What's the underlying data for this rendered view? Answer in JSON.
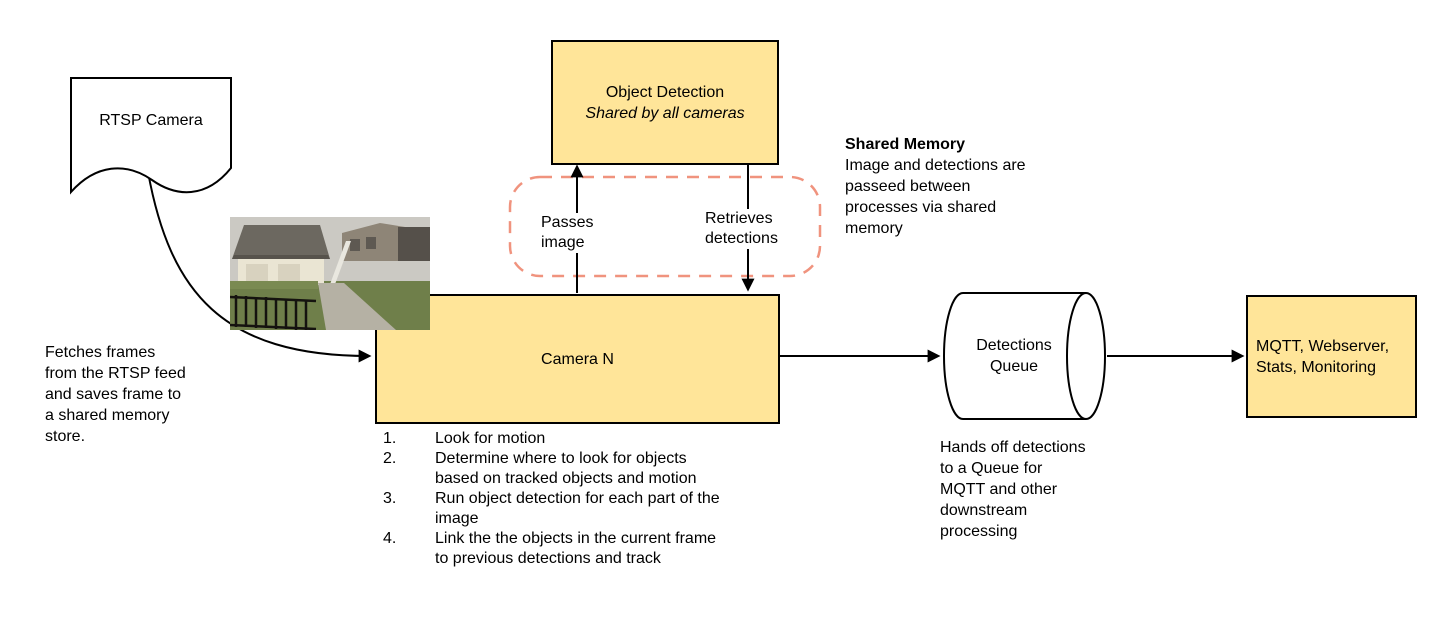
{
  "colors": {
    "node_fill": "#ffe599",
    "node_border": "#000000",
    "shared_memory_outline": "#f0937e"
  },
  "nodes": {
    "rtsp_camera": "RTSP Camera",
    "object_detection_title": "Object Detection",
    "object_detection_subtitle": "Shared by all cameras",
    "camera_n": "Camera N",
    "detections_queue": "Detections Queue",
    "mqtt": "MQTT, Webserver, Stats, Monitoring"
  },
  "edges": {
    "passes_image": "Passes image",
    "retrieves_detections": "Retrieves detections"
  },
  "notes": {
    "shared_memory_title": "Shared Memory",
    "shared_memory_body": "Image and detections are passeed between processes via shared memory",
    "fetch_frames": "Fetches frames from the RTSP feed and saves frame to a shared memory store.",
    "queue_handoff": "Hands off detections to a Queue for MQTT and other downstream processing"
  },
  "camera_steps": [
    {
      "num": "1.",
      "text": "Look for motion"
    },
    {
      "num": "2.",
      "text": "Determine where to look for objects based on tracked objects and motion"
    },
    {
      "num": "3.",
      "text": "Run object detection for each part of the image"
    },
    {
      "num": "4.",
      "text": "Link the the objects in the current frame to previous detections and track"
    }
  ]
}
